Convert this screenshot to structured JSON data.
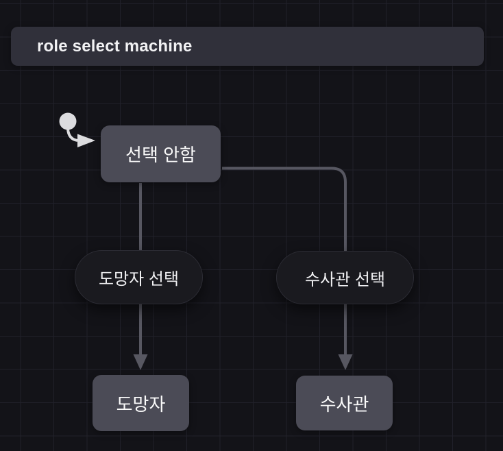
{
  "machine": {
    "title": "role select machine"
  },
  "states": {
    "none": {
      "label": "선택 안함"
    },
    "fugitive": {
      "label": "도망자"
    },
    "investigator": {
      "label": "수사관"
    }
  },
  "events": {
    "select_fugitive": {
      "label": "도망자 선택"
    },
    "select_investigator": {
      "label": "수사관 선택"
    }
  },
  "colors": {
    "canvas_background": "#131318",
    "grid_line": "#21212a",
    "title_bar_bg": "#30303a",
    "state_node_bg": "#4b4b56",
    "event_pill_bg": "#1a1a1f",
    "event_pill_border": "#2c2c34",
    "edge_stroke": "#575761",
    "initial_marker": "#dcdcdf",
    "text": "#f2f2f4"
  }
}
